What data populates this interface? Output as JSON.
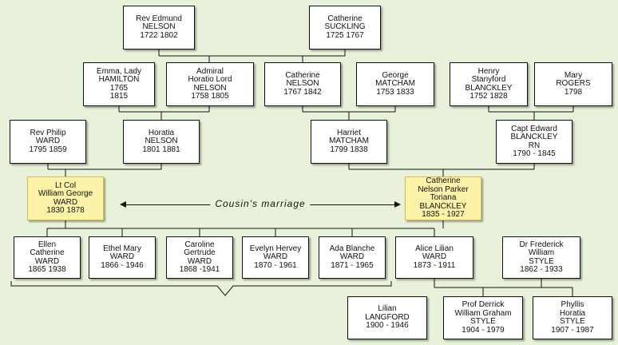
{
  "people": {
    "edmund": [
      "Rev Edmund",
      "NELSON",
      "1722  1802"
    ],
    "catherine_s": [
      "Catherine",
      "SUCKLING",
      "1725   1767"
    ],
    "emma": [
      "Emma, Lady",
      "HAMILTON",
      "1765",
      "1815"
    ],
    "horatio": [
      "Admiral",
      "Horatio Lord",
      "NELSON",
      "1758   1805"
    ],
    "catherine_n": [
      "Catherine",
      "NELSON",
      "1767   1842"
    ],
    "george": [
      "George",
      "MATCHAM",
      "1753   1833"
    ],
    "henry": [
      "Henry",
      "Stanyford",
      "BLANCKLEY",
      "1752   1828"
    ],
    "mary": [
      "Mary",
      "ROGERS",
      "1798"
    ],
    "philip": [
      "Rev Philip",
      "WARD",
      "1795   1859"
    ],
    "horatia": [
      "Horatia",
      "NELSON",
      "1801   1881"
    ],
    "harriet": [
      "Harriet",
      "MATCHAM",
      "1799   1838"
    ],
    "edward": [
      "Capt Edward",
      "BLANCKLEY",
      "RN",
      "1790 - 1845"
    ],
    "william": [
      "Lt Col",
      "William George",
      "WARD",
      "1830   1878"
    ],
    "catherine_b": [
      "Catherine",
      "Nelson Parker",
      "Toriana",
      "BLANCKLEY",
      "1835 - 1927"
    ],
    "ellen": [
      "Ellen",
      "Catherine",
      "WARD",
      "1865   1938"
    ],
    "ethel": [
      "Ethel Mary",
      "WARD",
      "1866 - 1946"
    ],
    "caroline": [
      "Caroline",
      "Gertrude",
      "WARD",
      "1868 -1941"
    ],
    "evelyn": [
      "Evelyn Hervey",
      "WARD",
      "1870 - 1961"
    ],
    "ada": [
      "Ada Blanche",
      "WARD",
      "1871 - 1965"
    ],
    "alice": [
      "Alice Lilian",
      "WARD",
      "1873 - 1911"
    ],
    "frederick": [
      "Dr Frederick",
      "William",
      "STYLE",
      "1862 - 1933"
    ],
    "lilian": [
      "Lilian",
      "LANGFORD",
      "1900 - 1946"
    ],
    "derrick": [
      "Prof Derrick",
      "William Graham",
      "STYLE",
      "1904 - 1979"
    ],
    "phyllis": [
      "Phyllis",
      "Horatia",
      "STYLE",
      "1907 - 1987"
    ]
  },
  "marriage_label": "Cousin's marriage",
  "colors": {
    "background": "#e8f2da",
    "box": "#ffffff",
    "highlight": "#fdf3a8",
    "line": "#111111"
  }
}
